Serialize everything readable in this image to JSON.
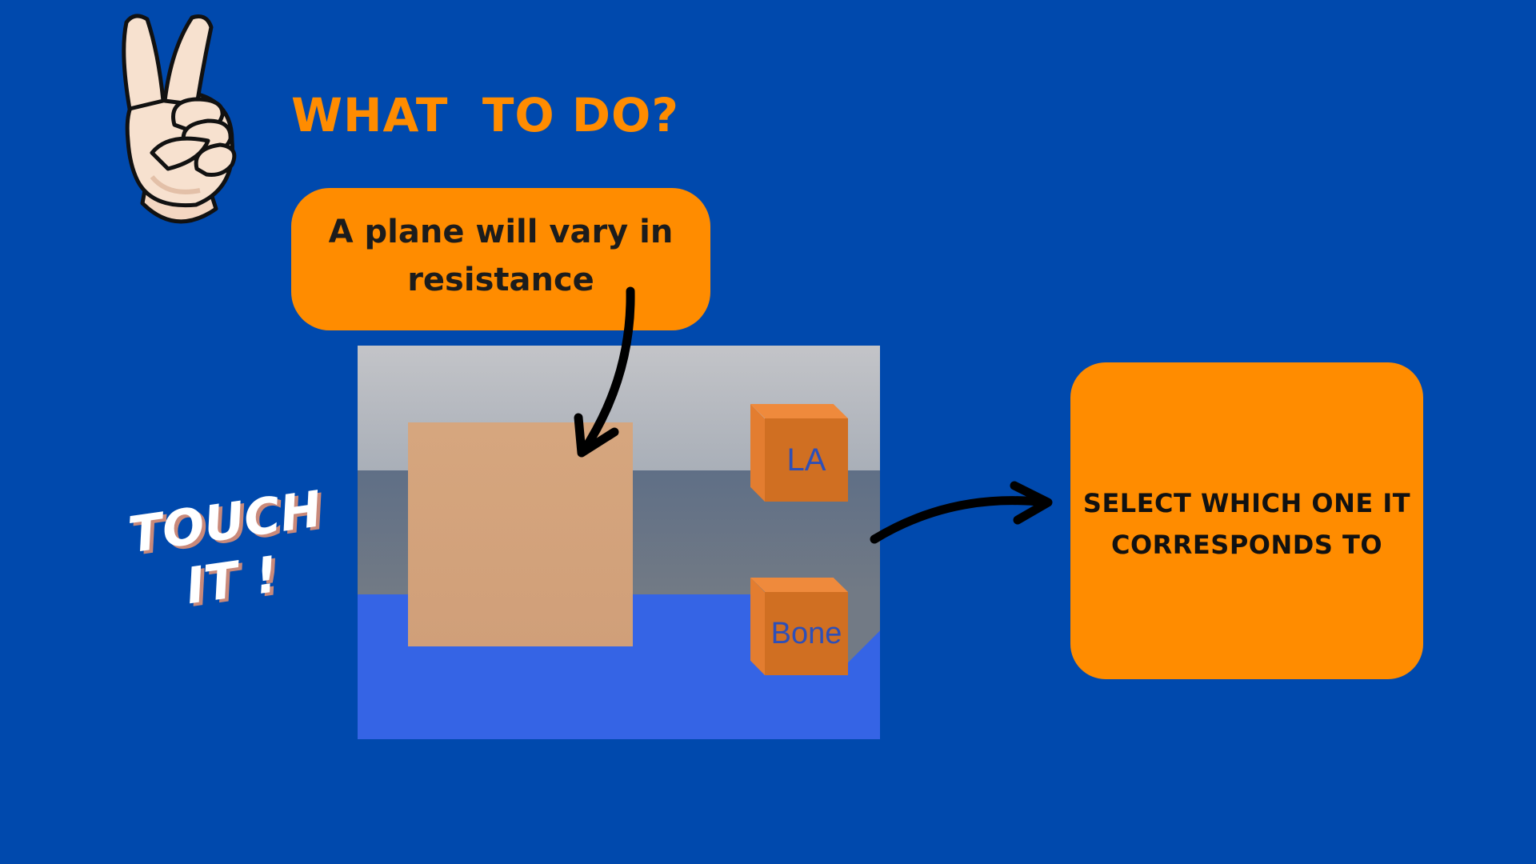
{
  "title": "WHAT  TO DO?",
  "instruction": "A plane will vary in resistance",
  "cubes": [
    {
      "label": "LA"
    },
    {
      "label": "Bone"
    }
  ],
  "sticker": {
    "line1": "TOUCH",
    "line2": "IT !"
  },
  "answer_prompt": "SELECT WHICH ONE IT CORRESPONDS TO",
  "icons": {
    "hand": "peace-sign-hand-icon"
  },
  "colors": {
    "background": "#0049ad",
    "accent": "#ff8c00",
    "plane": "#d3a37c",
    "cube": "#d06f22",
    "floor": "#3564e5"
  }
}
